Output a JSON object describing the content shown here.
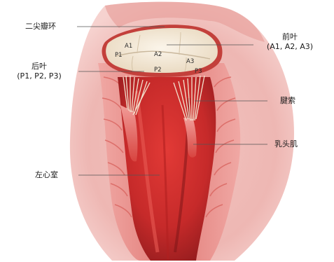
{
  "labels": {
    "annulus": "二尖瓣环",
    "anterior": "前叶",
    "anterior_sub": "(A1, A2, A3)",
    "posterior": "后叶",
    "posterior_sub": "(P1, P2, P3)",
    "chordae": "腱索",
    "papillary": "乳头肌",
    "left_ventricle": "左心室"
  },
  "segments": {
    "a1": "A1",
    "a2": "A2",
    "a3": "A3",
    "p1": "P1",
    "p2": "P2",
    "p3": "P3"
  },
  "colors": {
    "heart_outer": "#eeb7b3",
    "heart_mid": "#e48b86",
    "muscle_red": "#c92b2b",
    "dark_red": "#8f1b1d",
    "valve_cream": "#f4ead8",
    "chordae": "#f3e3cf",
    "leader_line": "#555555"
  }
}
